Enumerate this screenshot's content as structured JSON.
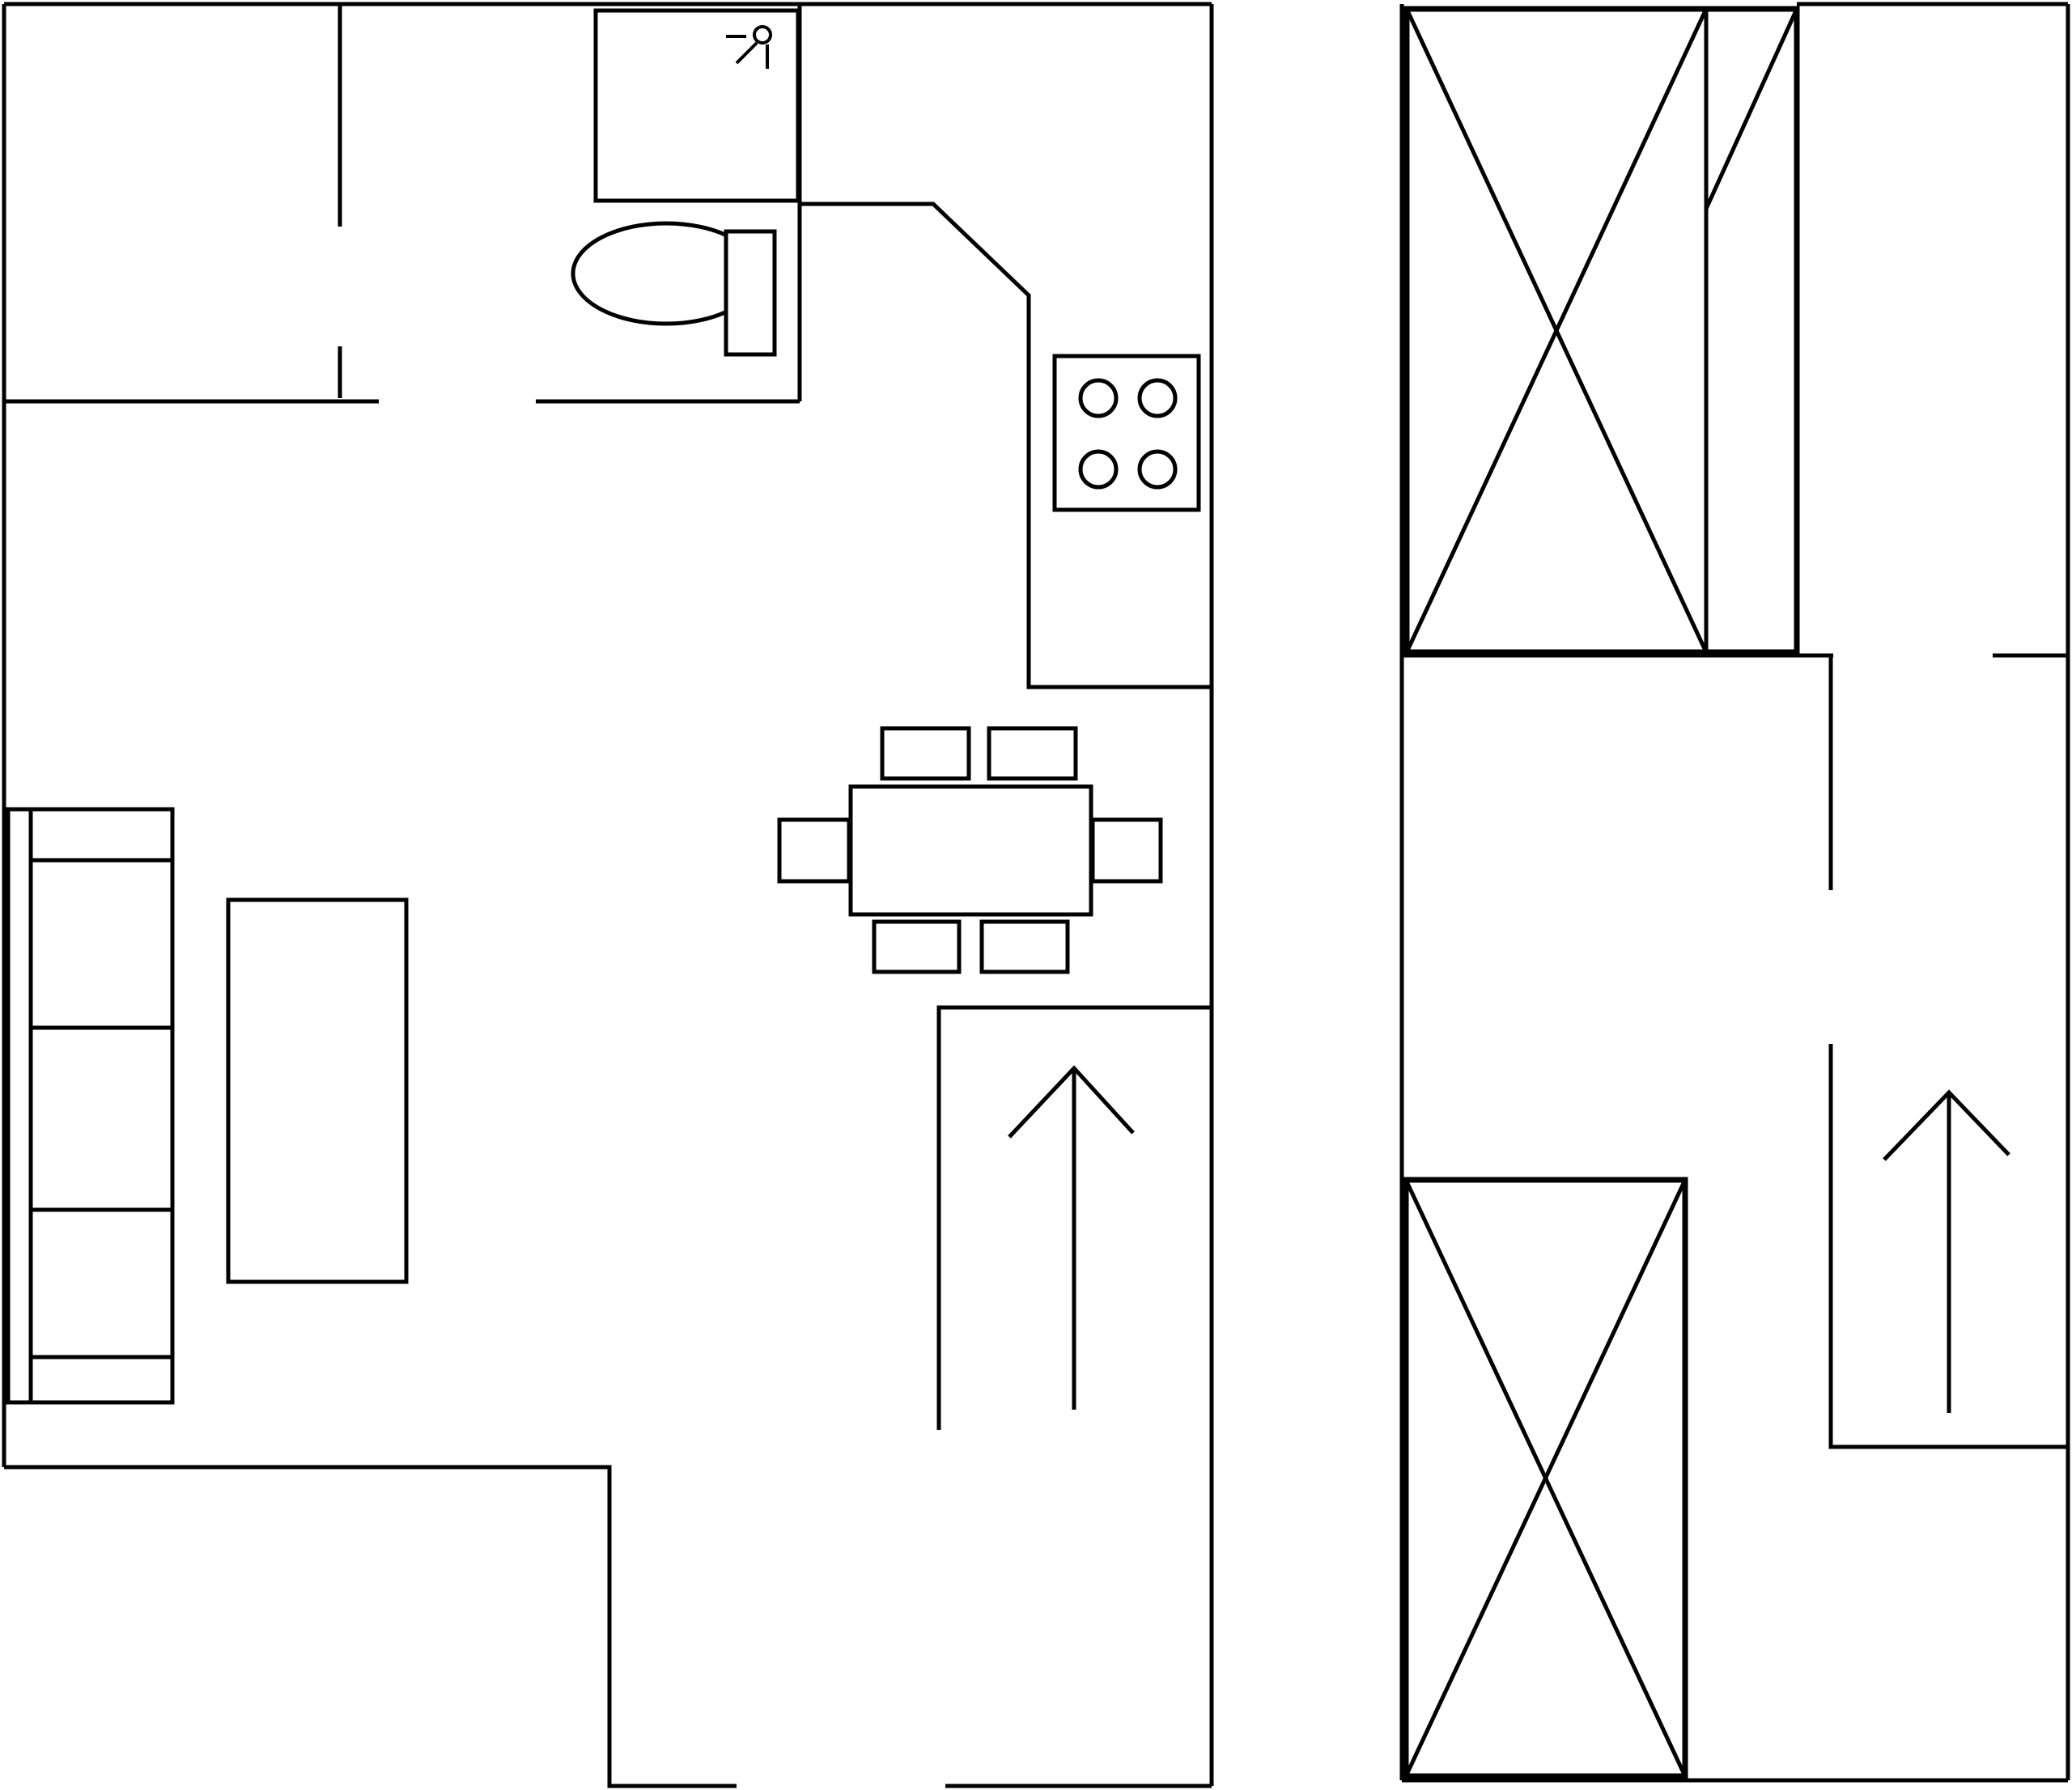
{
  "diagram": {
    "type": "floor-plan",
    "levels": [
      {
        "level": "ground-floor",
        "symbols": [
          "walls",
          "shower",
          "toilet",
          "cooktop",
          "dining-table",
          "chairs",
          "sofa",
          "coffee-table",
          "staircase-up"
        ]
      },
      {
        "level": "upper-floor",
        "symbols": [
          "walls",
          "void-openings",
          "staircase-up"
        ]
      }
    ],
    "colors": {
      "lines": "#000000",
      "background": "#ffffff"
    }
  }
}
